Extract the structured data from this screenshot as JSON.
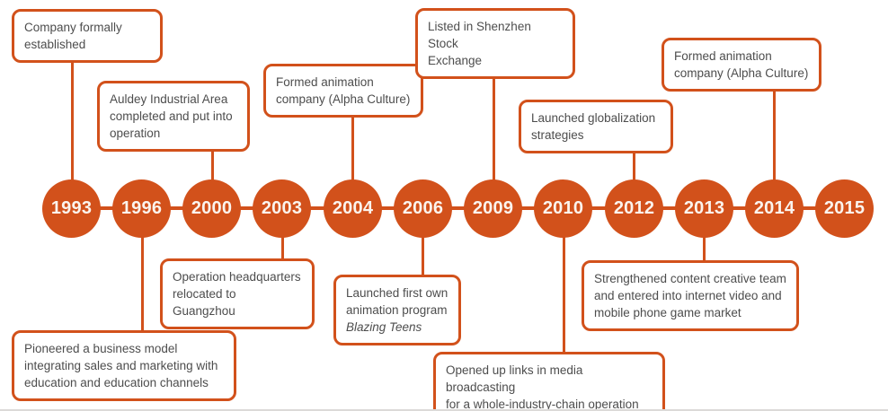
{
  "diagram": {
    "type": "timeline",
    "accent_color": "#d2511b",
    "box_text_color": "#4d4d4d",
    "events": [
      {
        "year": "1993",
        "side": "above",
        "text": "Company formally\nestablished"
      },
      {
        "year": "1996",
        "side": "below",
        "text": "Pioneered a business model\nintegrating sales and marketing with\neducation and education channels"
      },
      {
        "year": "2000",
        "side": "above",
        "text": "Auldey Industrial Area\ncompleted and put into\noperation"
      },
      {
        "year": "2003",
        "side": "below",
        "text": "Operation headquarters\nrelocated to Guangzhou"
      },
      {
        "year": "2004",
        "side": "above",
        "text": "Formed animation\ncompany (Alpha Culture)"
      },
      {
        "year": "2006",
        "side": "below",
        "text": "Launched first own\nanimation program",
        "text_italic": "Blazing Teens"
      },
      {
        "year": "2009",
        "side": "above",
        "text": "Listed in Shenzhen Stock\nExchange"
      },
      {
        "year": "2010",
        "side": "below",
        "text": "Opened up links in media broadcasting\nfor a whole-industry-chain operation"
      },
      {
        "year": "2012",
        "side": "above",
        "text": "Launched globalization\nstrategies"
      },
      {
        "year": "2013",
        "side": "below",
        "text": "Strengthened content creative team\nand entered into internet video and\nmobile phone game market"
      },
      {
        "year": "2014",
        "side": "above",
        "text": "Formed animation\ncompany (Alpha Culture)"
      },
      {
        "year": "2015",
        "side": "none",
        "text": ""
      }
    ]
  }
}
